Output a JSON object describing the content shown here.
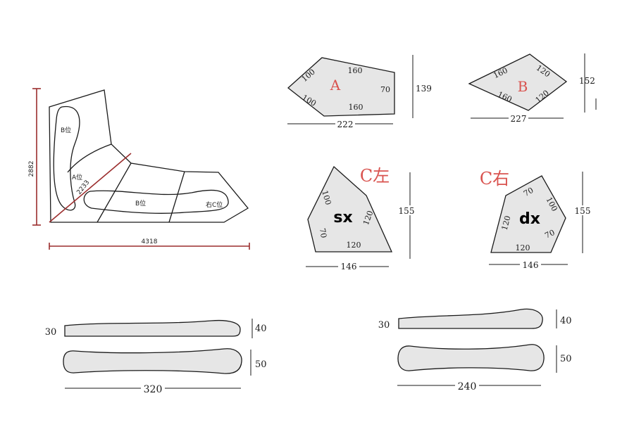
{
  "sofa_plan": {
    "height_dim": "2882",
    "width_dim": "4318",
    "diag_dim": "2233",
    "seat_b_vertical": "B位",
    "seat_a": "A位",
    "seat_b_horizontal": "B位",
    "seat_c_right": "右C位"
  },
  "piece_a": {
    "label": "A",
    "edge_top_left": "100",
    "edge_top": "160",
    "edge_right": "70",
    "edge_bottom": "160",
    "edge_bottom_left": "100",
    "width": "222",
    "height": "139"
  },
  "piece_b": {
    "label": "B",
    "edge_top_left": "160",
    "edge_top_right": "120",
    "edge_bottom_left": "160",
    "edge_bottom_right": "120",
    "width": "227",
    "height": "152"
  },
  "piece_c_left": {
    "label": "C左",
    "code": "sx",
    "edge_left": "100",
    "edge_right": "120",
    "edge_bottom_left": "70",
    "edge_bottom": "120",
    "width": "146",
    "height": "155"
  },
  "piece_c_right": {
    "label": "C右",
    "code": "dx",
    "edge_top": "70",
    "edge_top_right": "100",
    "edge_left": "120",
    "edge_right": "70",
    "edge_bottom": "120",
    "width": "146",
    "height": "155"
  },
  "cushions_long": {
    "thin_end": "30",
    "top_height": "40",
    "bottom_height": "50",
    "length": "320"
  },
  "cushions_short": {
    "thin_end": "30",
    "top_height": "40",
    "bottom_height": "50",
    "length": "240"
  }
}
